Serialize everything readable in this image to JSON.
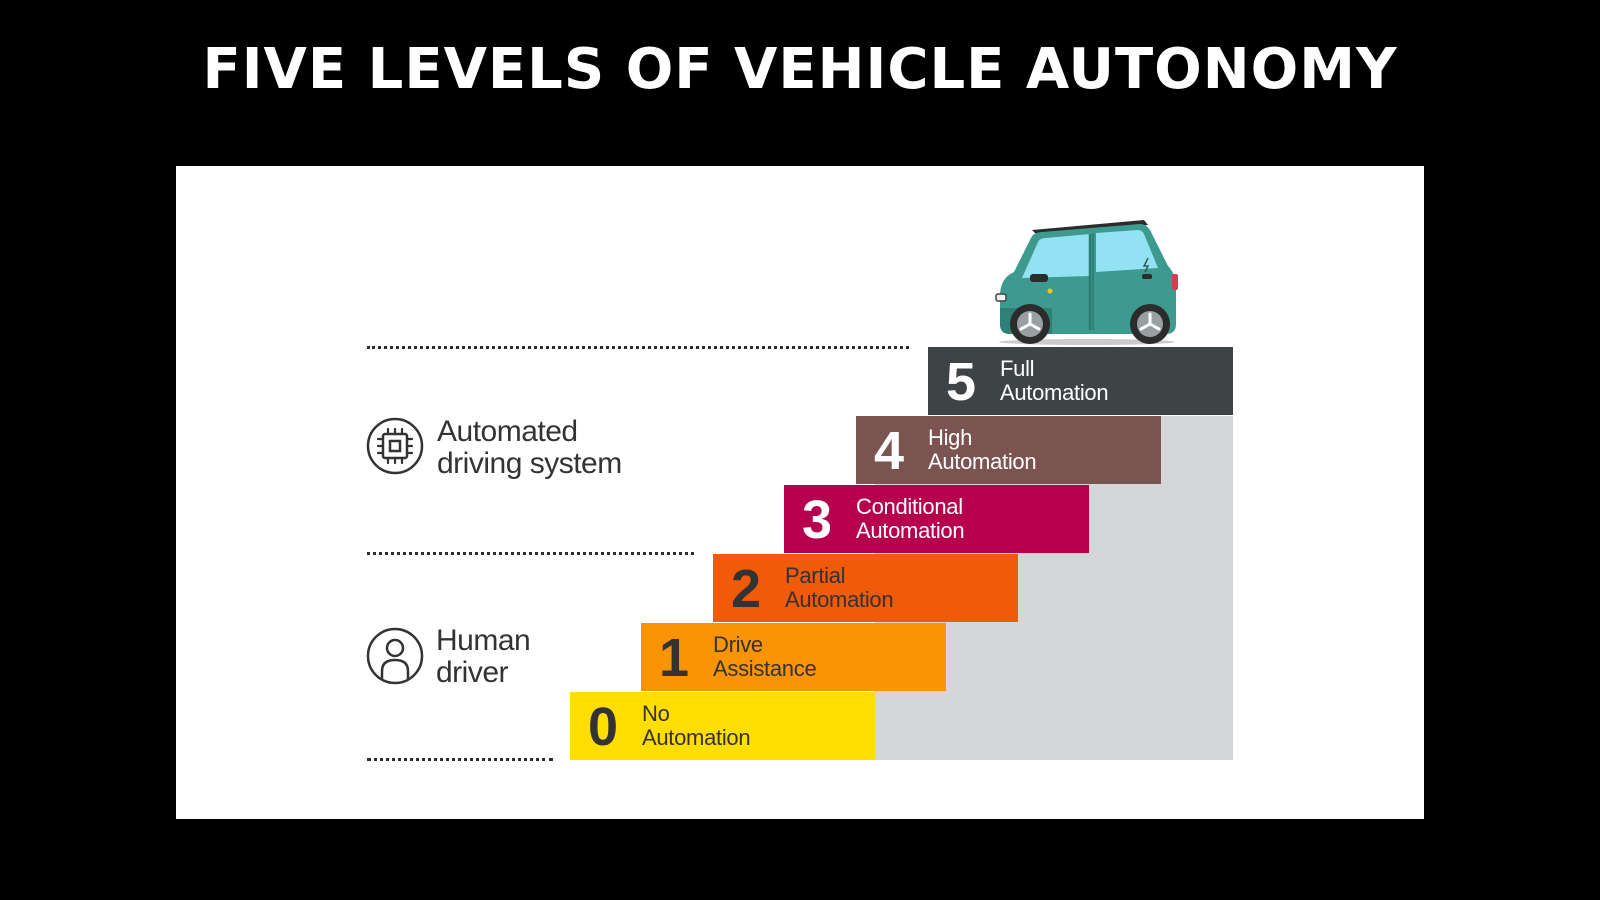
{
  "title": "FIVE LEVELS OF VEHICLE AUTONOMY",
  "zones": {
    "automated": {
      "line1": "Automated",
      "line2": "driving system",
      "icon": "chip-icon"
    },
    "human": {
      "line1": "Human",
      "line2": "driver",
      "icon": "person-icon"
    }
  },
  "levels": [
    {
      "number": "0",
      "line1": "No",
      "line2": "Automation",
      "color": "#ffde00",
      "text_color": "#333333"
    },
    {
      "number": "1",
      "line1": "Drive",
      "line2": "Assistance",
      "color": "#fb9404",
      "text_color": "#333333"
    },
    {
      "number": "2",
      "line1": "Partial",
      "line2": "Automation",
      "color": "#f05a08",
      "text_color": "#333333"
    },
    {
      "number": "3",
      "line1": "Conditional",
      "line2": "Automation",
      "color": "#b6004d",
      "text_color": "#ffffff"
    },
    {
      "number": "4",
      "line1": "High",
      "line2": "Automation",
      "color": "#7b5452",
      "text_color": "#ffffff"
    },
    {
      "number": "5",
      "line1": "Full",
      "line2": "Automation",
      "color": "#3e4446",
      "text_color": "#ffffff"
    }
  ],
  "colors": {
    "background": "#000000",
    "panel": "#ffffff",
    "stair_shadow": "#d5d6d8",
    "car_body": "#3d9a8e",
    "car_glass": "#93e2f4"
  }
}
